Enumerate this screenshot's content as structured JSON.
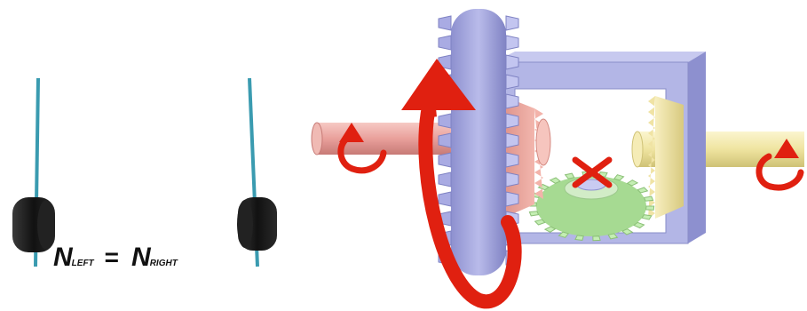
{
  "equation": {
    "left_symbol": "N",
    "left_subscript": "LEFT",
    "operator": "=",
    "right_symbol": "N",
    "right_subscript": "RIGHT"
  },
  "colors": {
    "axle_line": "#3a9bb0",
    "wheel": "#1a1a1a",
    "ring_gear": "#9fa2dc",
    "carrier": "#b3b6e6",
    "left_shaft": "#e9a09b",
    "right_shaft": "#efe4a0",
    "spider_gear": "#b8e6a6",
    "arrow": "#e02010"
  },
  "icons": [
    "wheel-icon",
    "rotation-arrow-icon",
    "cross-mark-icon"
  ]
}
